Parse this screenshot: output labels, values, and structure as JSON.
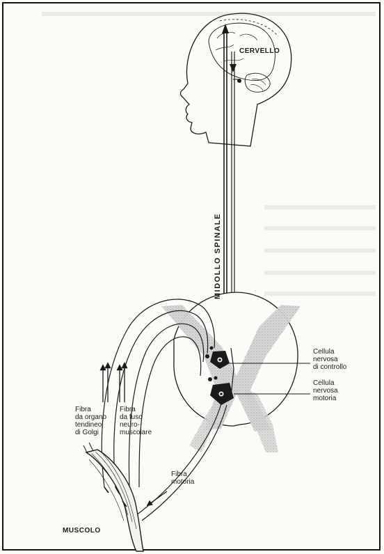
{
  "labels": {
    "brain": "CERVELLO",
    "spinal_cord": "MIDOLLO SPINALE",
    "control_cell": "Cellula\nnervosa\ndi controllo",
    "motor_cell": "Cellula\nnervosa\nmotoria",
    "golgi_fiber": "Fibra\nda organo\ntendineo\ndi Golgi",
    "spindle_fiber": "Fibra\nda fuso\nneuro-\nmuscolare",
    "motor_fiber": "Fibra\nmotoria",
    "muscle": "MUSCOLO"
  },
  "colors": {
    "ink": "#1a1a1a",
    "background": "#fbfbf8",
    "spinal_shading": "#bdbdbd"
  }
}
